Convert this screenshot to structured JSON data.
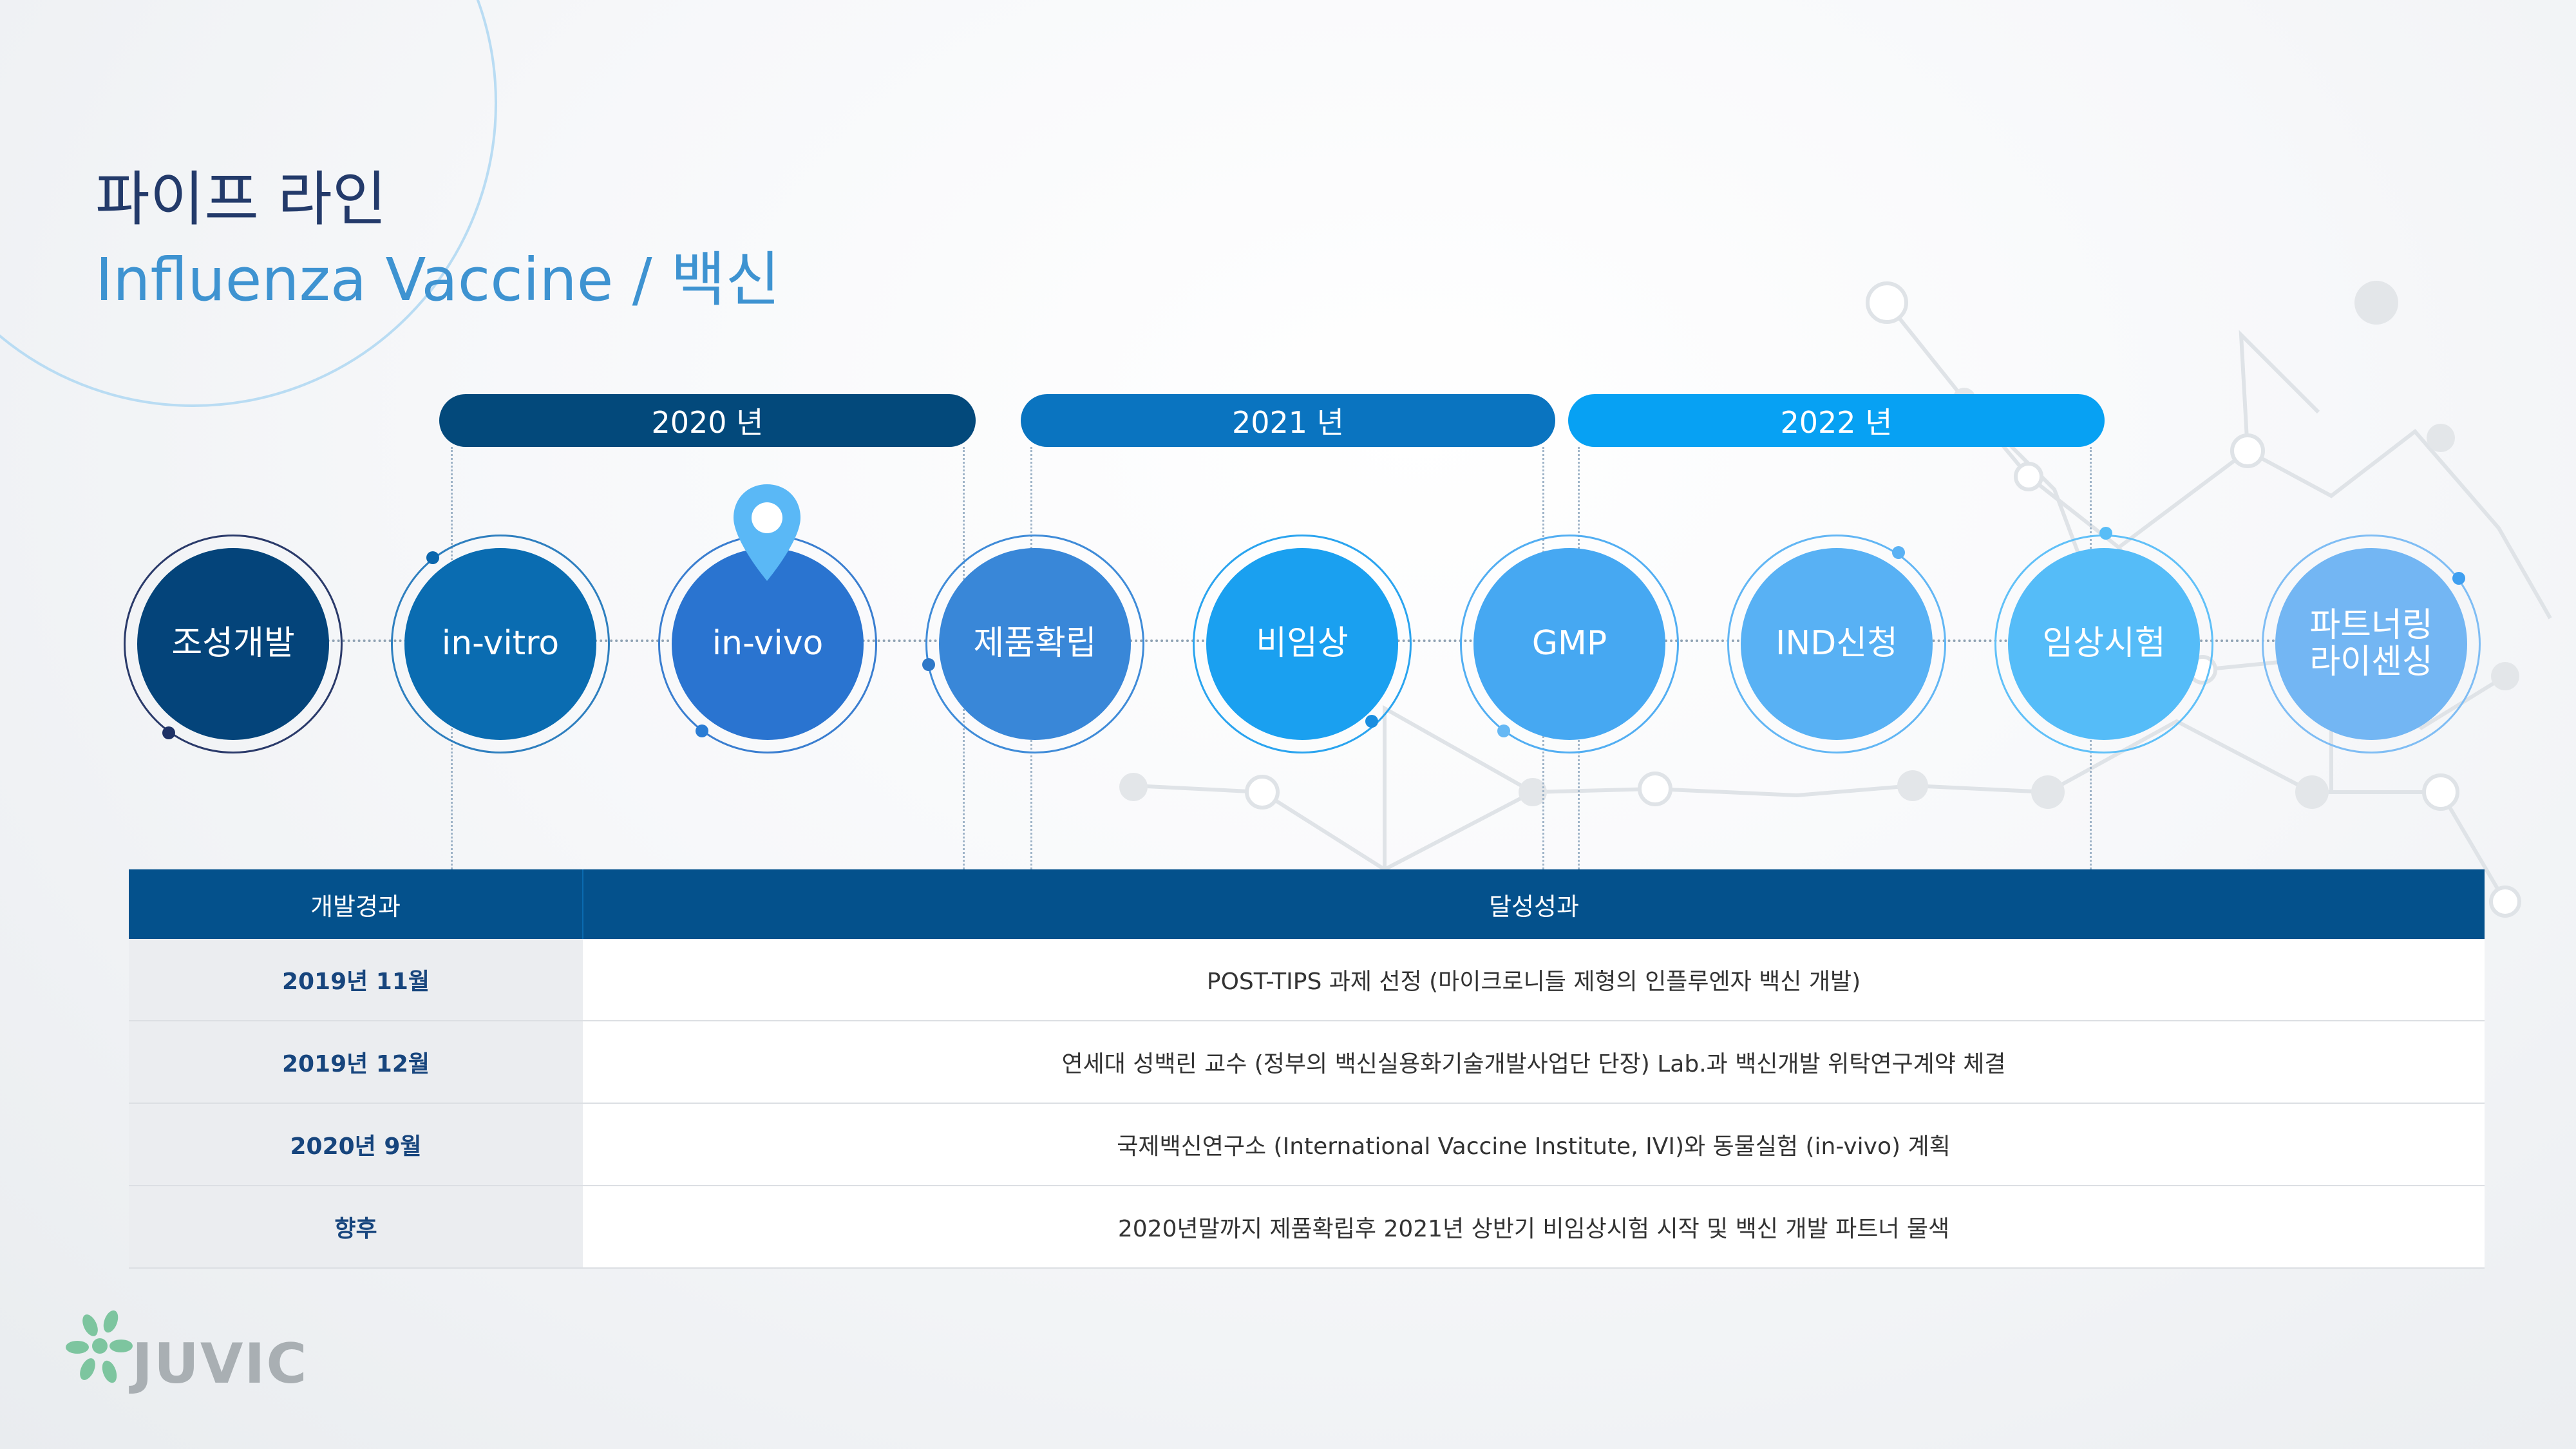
{
  "title": {
    "line1": "파이프 라인",
    "line2": "Influenza Vaccine / 백신"
  },
  "years": [
    "2020 년",
    "2021 년",
    "2022 년"
  ],
  "stages": [
    "조성개발",
    "in-vitro",
    "in-vivo",
    "제품확립",
    "비임상",
    "GMP",
    "IND신청",
    "임상시험",
    "파트너링\n라이센싱"
  ],
  "current_stage_icon": "location-pin-icon",
  "table": {
    "headers": [
      "개발경과",
      "달성성과"
    ],
    "rows": [
      {
        "date": "2019년 11월",
        "result": "POST-TIPS 과제 선정 (마이크로니들 제형의 인플루엔자 백신 개발)"
      },
      {
        "date": "2019년 12월",
        "result": "연세대 성백린 교수 (정부의 백신실용화기술개발사업단 단장) Lab.과 백신개발 위탁연구계약 체결"
      },
      {
        "date": "2020년 9월",
        "result": "국제백신연구소 (International Vaccine Institute, IVI)와 동물실험 (in-vivo) 계획"
      },
      {
        "date": "향후",
        "result": "2020년말까지  제품확립후 2021년 상반기 비임상시험 시작 및 백신 개발 파트너 물색"
      }
    ]
  },
  "logo": {
    "text": "JUVIC"
  },
  "colors": {
    "year_bars": [
      "#03497b",
      "#0a74c0",
      "#07a1f3"
    ],
    "stages": [
      "#04447a",
      "#0a6cb1",
      "#2a74d0",
      "#3987d8",
      "#1aa0f0",
      "#46a8f2",
      "#58b1f4",
      "#55bcf8",
      "#73b6f3"
    ],
    "logo_green": "#7dc59f"
  }
}
